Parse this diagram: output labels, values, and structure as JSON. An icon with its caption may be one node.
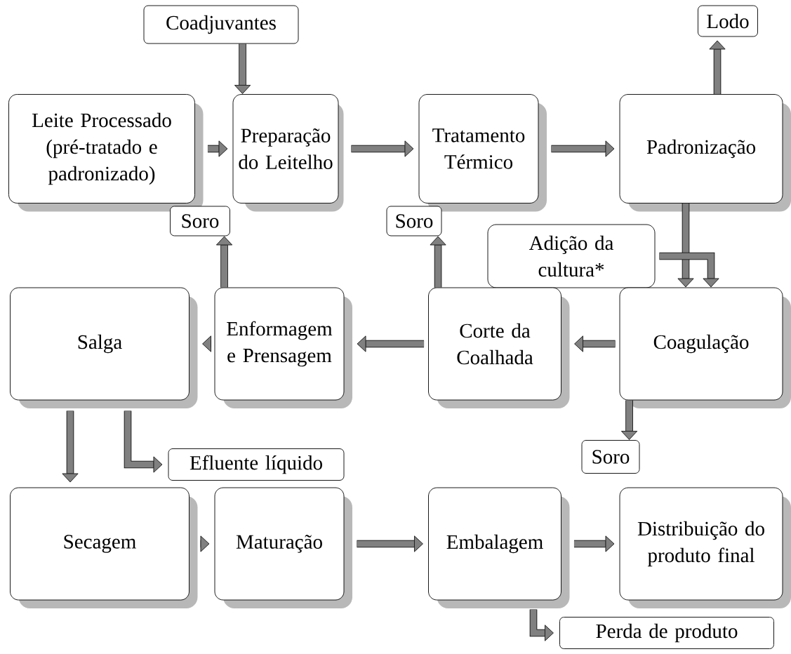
{
  "diagram": {
    "nodes": [
      {
        "text": [
          "Coadjuvantes"
        ]
      },
      {
        "text": [
          "Lodo"
        ]
      },
      {
        "text": [
          "Leite Processado (pré-tratado e padronizado)"
        ]
      },
      {
        "text": [
          "Preparação do Leitelho"
        ]
      },
      {
        "text": [
          "Tratamento Térmico"
        ]
      },
      {
        "text": [
          "Padronização"
        ]
      },
      {
        "text": [
          "Soro"
        ]
      },
      {
        "text": [
          "Soro"
        ]
      },
      {
        "text": [
          "Adição da cultura*"
        ]
      },
      {
        "text": [
          "Salga"
        ]
      },
      {
        "text": [
          "Enformagem e Prensagem"
        ]
      },
      {
        "text": [
          "Corte da Coalhada"
        ]
      },
      {
        "text": [
          "Coagulação"
        ]
      },
      {
        "text": [
          "Efluente líquido"
        ]
      },
      {
        "text": [
          "Soro"
        ]
      },
      {
        "text": [
          "Secagem"
        ]
      },
      {
        "text": [
          "Maturação"
        ]
      },
      {
        "text": [
          "Embalagem"
        ]
      },
      {
        "text": [
          "Distribuição do produto final"
        ]
      },
      {
        "text": [
          "Perda de produto"
        ]
      }
    ],
    "edges": [
      {
        "from": 0,
        "to": 3,
        "arrow": "to"
      },
      {
        "from": 2,
        "to": 3,
        "arrow": "to"
      },
      {
        "from": 3,
        "to": 4,
        "arrow": "to"
      },
      {
        "from": 4,
        "to": 5,
        "arrow": "to"
      },
      {
        "from": 5,
        "to": 1,
        "arrow": "to"
      },
      {
        "from": 5,
        "to": 12,
        "arrow": "to"
      },
      {
        "from": 8,
        "to": 12,
        "arrow": "to"
      },
      {
        "from": 12,
        "to": 11,
        "arrow": "to"
      },
      {
        "from": 12,
        "to": 14,
        "arrow": "to"
      },
      {
        "from": 11,
        "to": 7,
        "arrow": "to"
      },
      {
        "from": 11,
        "to": 10,
        "arrow": "to"
      },
      {
        "from": 10,
        "to": 6,
        "arrow": "to"
      },
      {
        "from": 10,
        "to": 9,
        "arrow": "to"
      },
      {
        "from": 9,
        "to": 15,
        "arrow": "to"
      },
      {
        "from": 9,
        "to": 13,
        "arrow": "to"
      },
      {
        "from": 15,
        "to": 16,
        "arrow": "to"
      },
      {
        "from": 16,
        "to": 17,
        "arrow": "to"
      },
      {
        "from": 17,
        "to": 18,
        "arrow": "to"
      },
      {
        "from": 17,
        "to": 19,
        "arrow": "to"
      }
    ]
  }
}
